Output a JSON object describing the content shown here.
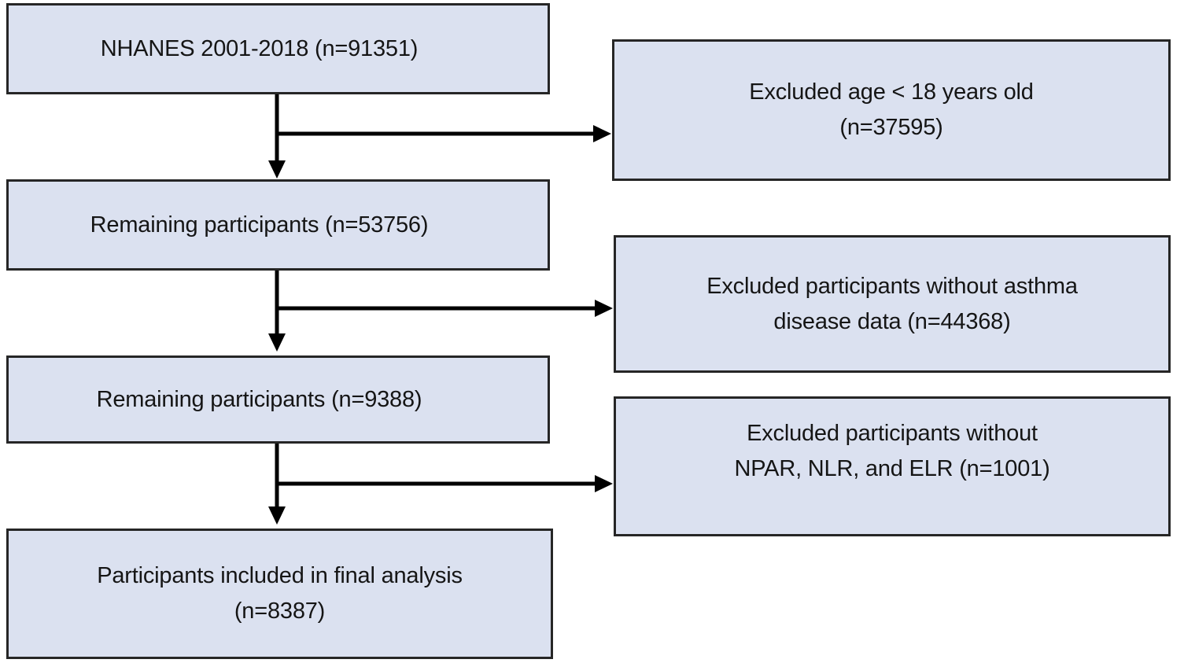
{
  "colors": {
    "box_fill": "#dbe1f0",
    "box_border": "#262626",
    "arrow": "#000000",
    "canvas_bg": "#ffffff",
    "text": "#151515"
  },
  "flowchart": {
    "main_column": [
      {
        "id": "nhanes",
        "lines": [
          "NHANES 2001-2018 (n=91351)"
        ]
      },
      {
        "id": "remaining-1",
        "lines": [
          "Remaining participants (n=53756)"
        ]
      },
      {
        "id": "remaining-2",
        "lines": [
          "Remaining participants (n=9388)"
        ]
      },
      {
        "id": "final",
        "lines": [
          "Participants included in final analysis",
          "(n=8387)"
        ]
      }
    ],
    "exclusion_column": [
      {
        "id": "age",
        "lines": [
          "Excluded age < 18 years old",
          "(n=37595)"
        ]
      },
      {
        "id": "asthma",
        "lines": [
          "Excluded participants without asthma",
          "disease data (n=44368)"
        ]
      },
      {
        "id": "markers",
        "lines": [
          "Excluded participants without",
          "NPAR, NLR, and ELR (n=1001)"
        ]
      }
    ]
  }
}
